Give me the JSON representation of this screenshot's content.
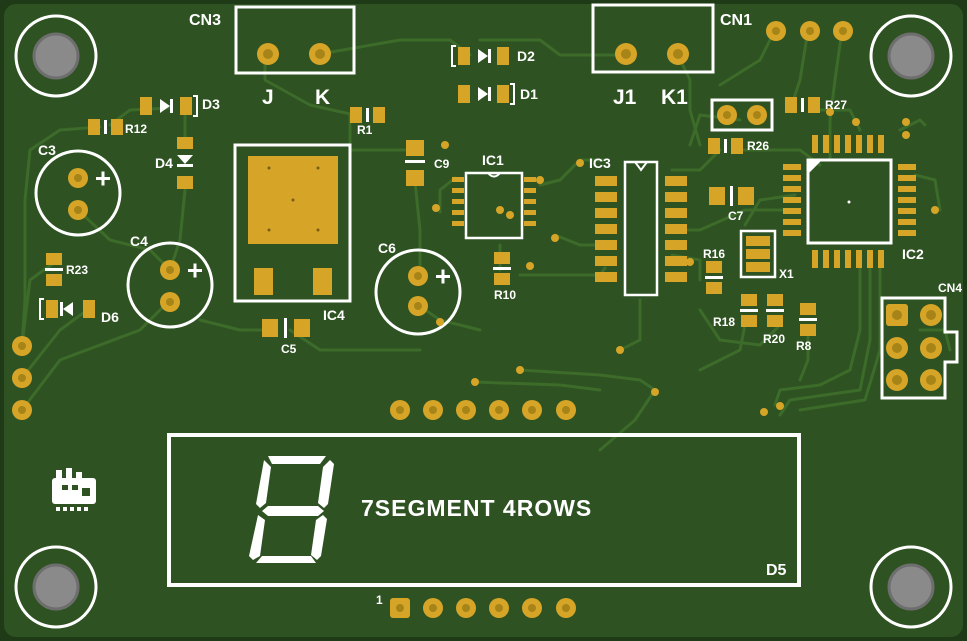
{
  "colors": {
    "board": "#2e5222",
    "board_edge": "#1f3a16",
    "trace": "#3c6b2a",
    "copper": "#d6a527",
    "silk": "#ffffff",
    "hole": "#8a8a8a"
  },
  "connectors": {
    "cn3": {
      "ref": "CN3",
      "pin_labels": [
        "J",
        "K"
      ]
    },
    "cn1": {
      "ref": "CN1",
      "pin_labels": [
        "J1",
        "K1"
      ]
    },
    "cn4": {
      "ref": "CN4"
    }
  },
  "components": {
    "diodes": [
      "D1",
      "D2",
      "D3",
      "D4",
      "D6"
    ],
    "resistors": [
      "R1",
      "R8",
      "R10",
      "R12",
      "R16",
      "R18",
      "R20",
      "R23",
      "R26",
      "R27"
    ],
    "capacitors": [
      "C3",
      "C4",
      "C5",
      "C6",
      "C7",
      "C9"
    ],
    "ics": [
      "IC1",
      "IC2",
      "IC3",
      "IC4"
    ],
    "crystal": "X1"
  },
  "display": {
    "ref": "D5",
    "text": "7SEGMENT 4ROWS",
    "pin1_marker": "1"
  },
  "icons": [
    "mounting-hole-icon",
    "seven-segment-digit-icon",
    "board-logo-icon"
  ]
}
